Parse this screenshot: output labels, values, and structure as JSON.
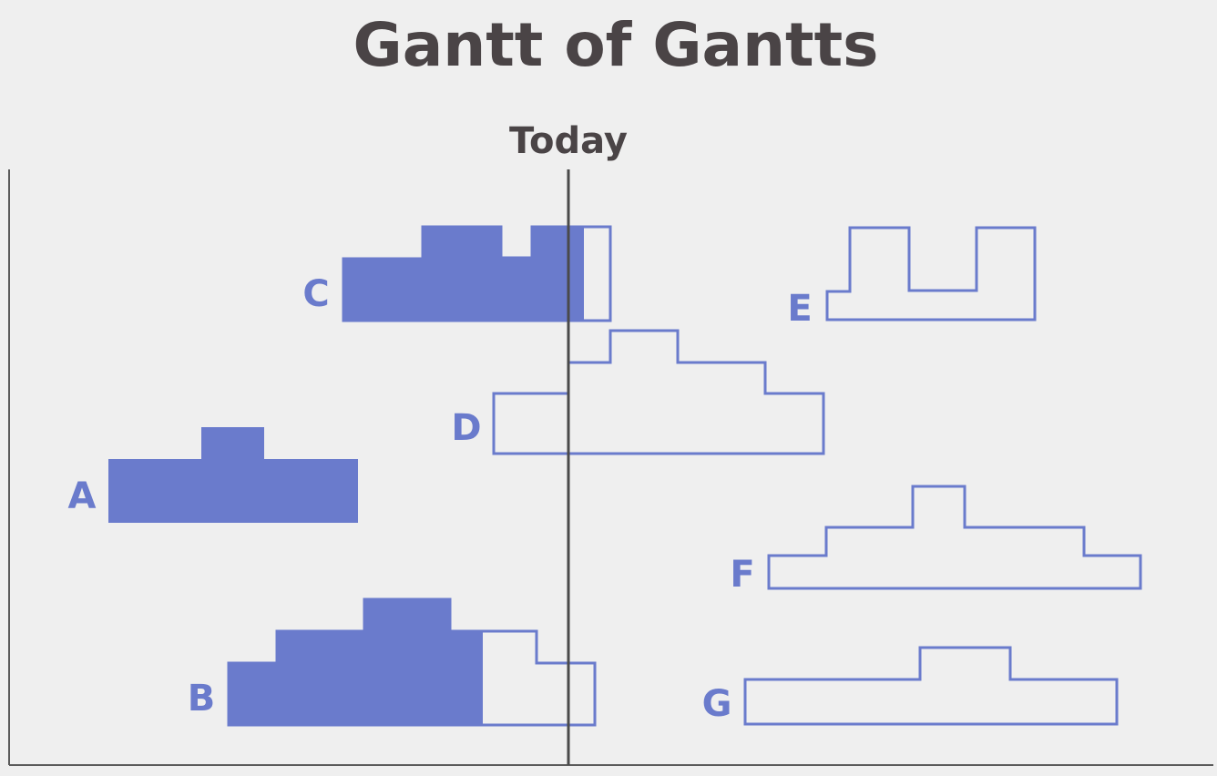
{
  "title": "Gantt of Gantts",
  "today_label": "Today",
  "colors": {
    "filled": "#6a7bcc",
    "outline": "#6a7bcc",
    "text": "#4a4446",
    "axis": "#5a5a5a",
    "background": "#efefef"
  },
  "projects": [
    {
      "label": "C"
    },
    {
      "label": "E"
    },
    {
      "label": "D"
    },
    {
      "label": "A"
    },
    {
      "label": "F"
    },
    {
      "label": "B"
    },
    {
      "label": "G"
    }
  ]
}
